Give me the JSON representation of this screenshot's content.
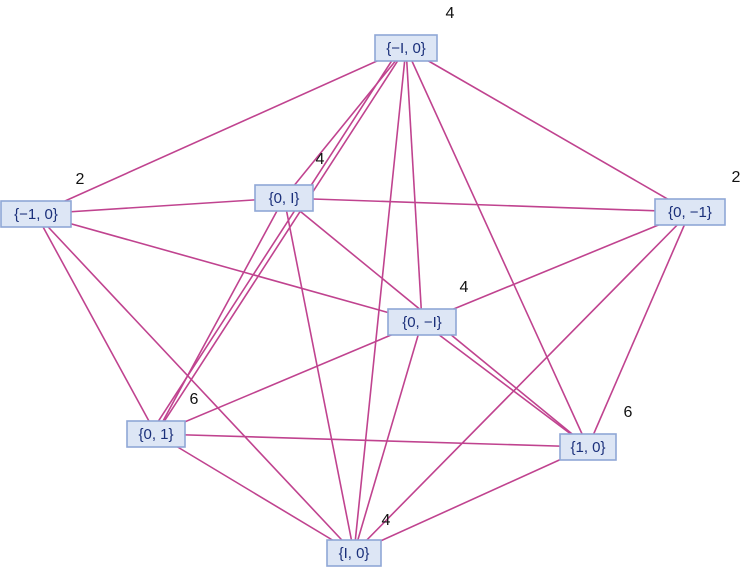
{
  "graph": {
    "nodes": [
      {
        "id": "n1",
        "label": "{−I, 0}",
        "degree": "4"
      },
      {
        "id": "n2",
        "label": "{−1, 0}",
        "degree": "2"
      },
      {
        "id": "n3",
        "label": "{0, I}",
        "degree": "4"
      },
      {
        "id": "n4",
        "label": "{0, −1}",
        "degree": "2"
      },
      {
        "id": "n5",
        "label": "{0, −I}",
        "degree": "4"
      },
      {
        "id": "n6",
        "label": "{0, 1}",
        "degree": "6"
      },
      {
        "id": "n7",
        "label": "{1, 0}",
        "degree": "6"
      },
      {
        "id": "n8",
        "label": "{I, 0}",
        "degree": "4"
      }
    ],
    "edges": [
      [
        "n1",
        "n2"
      ],
      [
        "n1",
        "n3"
      ],
      [
        "n1",
        "n4"
      ],
      [
        "n1",
        "n5"
      ],
      [
        "n1",
        "n6"
      ],
      [
        "n1",
        "n6"
      ],
      [
        "n1",
        "n7"
      ],
      [
        "n1",
        "n8"
      ],
      [
        "n2",
        "n3"
      ],
      [
        "n2",
        "n5"
      ],
      [
        "n2",
        "n6"
      ],
      [
        "n2",
        "n8"
      ],
      [
        "n3",
        "n4"
      ],
      [
        "n3",
        "n6"
      ],
      [
        "n3",
        "n7"
      ],
      [
        "n3",
        "n8"
      ],
      [
        "n4",
        "n5"
      ],
      [
        "n4",
        "n7"
      ],
      [
        "n4",
        "n8"
      ],
      [
        "n5",
        "n6"
      ],
      [
        "n5",
        "n7"
      ],
      [
        "n5",
        "n8"
      ],
      [
        "n6",
        "n7"
      ],
      [
        "n6",
        "n8"
      ],
      [
        "n7",
        "n8"
      ]
    ],
    "colors": {
      "edge": "#c0438f",
      "node_fill": "#dde6f5",
      "node_border": "#8fa7d6",
      "node_text": "#1a2f7a"
    }
  }
}
